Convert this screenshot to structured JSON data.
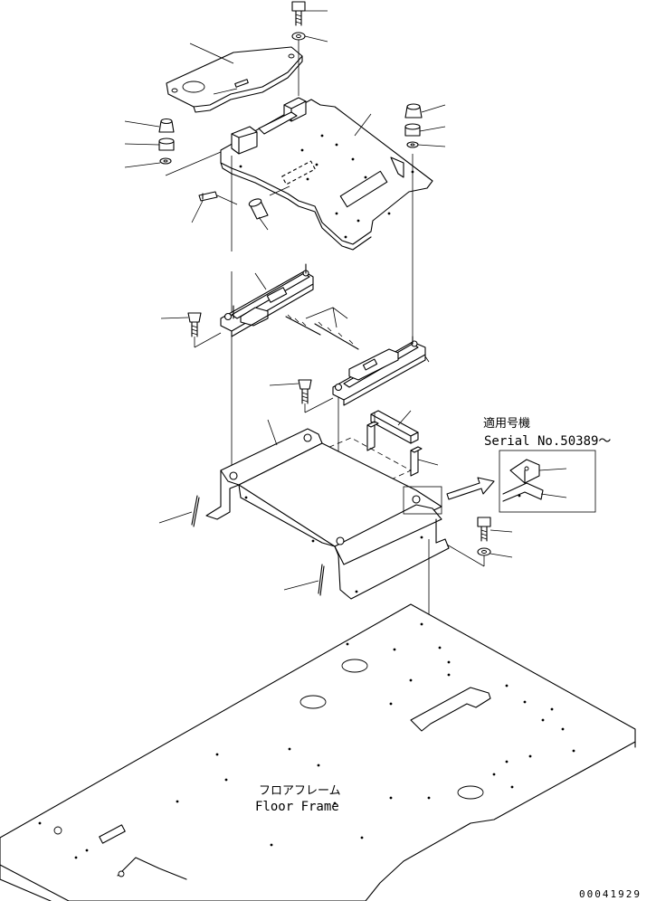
{
  "serial_note": {
    "jp": "適用号機",
    "en": "Serial No.50389～"
  },
  "floor_frame": {
    "jp": "フロアフレーム",
    "en": "Floor Frame"
  },
  "drawing_number": "00041929"
}
